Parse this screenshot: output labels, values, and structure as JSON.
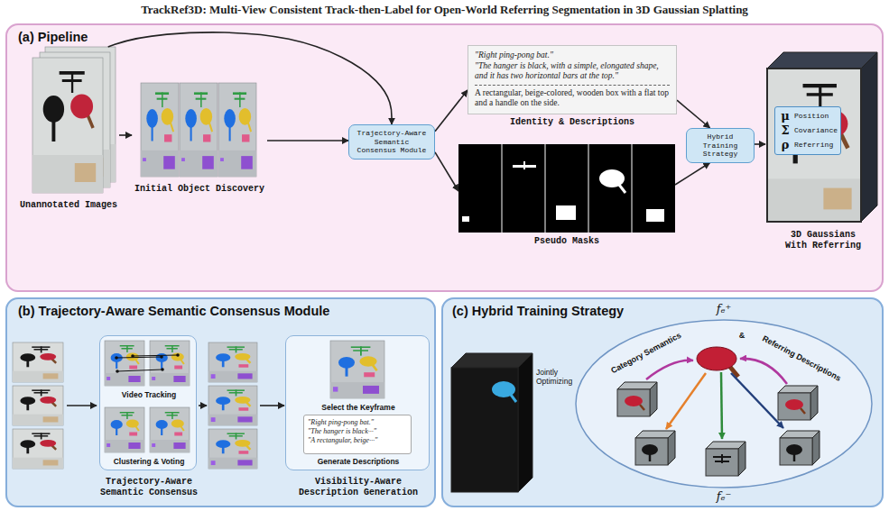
{
  "diagram": {
    "title": "TrackRef3D: Multi-View Consistent Track-then-Label for Open-World Referring Segmentation in 3D Gaussian Splatting",
    "nodes": [
      {
        "text": [
          "(a) Pipeline"
        ]
      },
      {
        "text": [
          "Unannotated Images"
        ],
        "in": 0
      },
      {
        "text": [
          "Initial Object Discovery"
        ],
        "in": 0
      },
      {
        "text": [
          "Trajectory-Aware Semantic Consensus Module"
        ],
        "in": 0
      },
      {
        "text": [
          "\"Right ping-pong bat.\"",
          "\"The hanger is black, with a simple, elongated shape, and it has two horizontal bars at the top.\"",
          "A rectangular, beige-colored, wooden box with a flat top and a handle on the side.",
          "Identity & Descriptions"
        ],
        "in": 0
      },
      {
        "text": [
          "Pseudo Masks"
        ],
        "in": 0
      },
      {
        "text": [
          "Hybrid Training Strategy"
        ],
        "in": 0
      },
      {
        "text": [
          "3D Gaussians With Referring"
        ],
        "in": 0
      },
      {
        "text": [
          "μ",
          "Position",
          "Σ",
          "Covariance",
          "ρ",
          "Referring"
        ],
        "in": 7
      },
      {
        "text": [
          "(b) Trajectory-Aware Semantic Consensus Module"
        ]
      },
      {
        "text": [
          "Video Tracking",
          "Clustering & Voting",
          "Trajectory-Aware Semantic Consensus"
        ],
        "in": 9
      },
      {
        "text": [
          "Select the Keyframe",
          "Generate Descriptions",
          "Visibility-Aware Description Generation"
        ],
        "in": 9
      },
      {
        "text": [
          "\"Right ping-pong bat.\"",
          "\"The hanger is black···\"",
          "\"A rectangular, beige···\""
        ],
        "in": 11
      },
      {
        "text": [
          "(c) Hybrid Training Strategy"
        ]
      },
      {
        "text": [
          "fₑ⁺",
          "Category Semantics",
          "&",
          "Referring Descriptions",
          "fₑ⁻"
        ],
        "in": 13
      }
    ],
    "edges": [
      {
        "from": 1,
        "to": 2,
        "arrow": "to"
      },
      {
        "from": 1,
        "to": 3,
        "arrow": "to"
      },
      {
        "from": 2,
        "to": 3,
        "arrow": "to"
      },
      {
        "from": 3,
        "to": 4,
        "arrow": "to"
      },
      {
        "from": 3,
        "to": 5,
        "arrow": "to"
      },
      {
        "from": 4,
        "to": 6,
        "arrow": "to"
      },
      {
        "from": 5,
        "to": 6,
        "arrow": "to"
      },
      {
        "from": 6,
        "to": 7,
        "arrow": "to"
      }
    ],
    "labels": [
      "Jointly Optimizing"
    ]
  }
}
